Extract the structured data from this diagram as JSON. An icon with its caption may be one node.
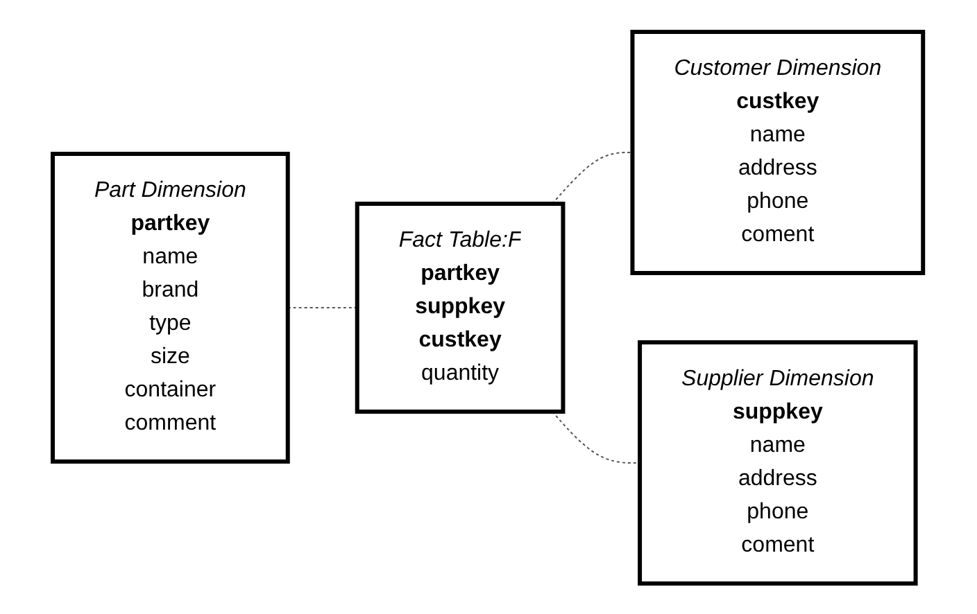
{
  "diagram": {
    "nodes": [
      {
        "text": [
          "Part Dimension",
          "partkey",
          "name",
          "brand",
          "type",
          "size",
          "container",
          "comment"
        ]
      },
      {
        "text": [
          "Fact Table:F",
          "partkey",
          "suppkey",
          "custkey",
          "quantity"
        ]
      },
      {
        "text": [
          "Customer Dimension",
          "custkey",
          "name",
          "address",
          "phone",
          "coment"
        ]
      },
      {
        "text": [
          "Supplier Dimension",
          "suppkey",
          "name",
          "address",
          "phone",
          "coment"
        ]
      }
    ],
    "edges": [
      {
        "from": 0,
        "to": 1,
        "arrow": "none",
        "style": "dashed"
      },
      {
        "from": 1,
        "to": 2,
        "arrow": "none",
        "style": "dashed"
      },
      {
        "from": 1,
        "to": 3,
        "arrow": "none",
        "style": "dashed"
      }
    ]
  }
}
